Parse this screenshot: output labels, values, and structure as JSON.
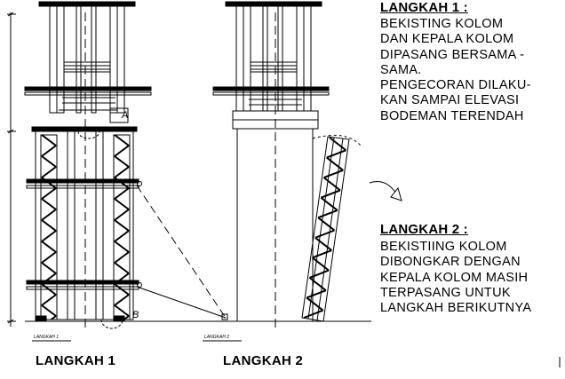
{
  "step1": {
    "title": "LANGKAH 1 :",
    "lines": [
      "BEKISTING KOLOM",
      "DAN KEPALA KOLOM",
      "DIPASANG BERSAMA -",
      "SAMA.",
      "PENGECORAN DILAKU-",
      "KAN SAMPAI  ELEVASI",
      "BODEMAN TERENDAH"
    ]
  },
  "step2": {
    "title": "LANGKAH 2 :",
    "lines": [
      "BEKISTIING KOLOM",
      "DIBONGKAR DENGAN",
      "KEPALA KOLOM MASIH",
      "TERPASANG UNTUK",
      "LANGKAH BERIKUTNYA"
    ]
  },
  "captions": {
    "left": "LANGKAH 1",
    "right": "LANGKAH 2"
  },
  "markers": {
    "a": "A",
    "b": "B"
  },
  "tiny_labels": {
    "left": "LANGKAH 1",
    "right": "LANGKAH 2"
  },
  "colors": {
    "ink": "#000000",
    "background": "#ffffff"
  }
}
